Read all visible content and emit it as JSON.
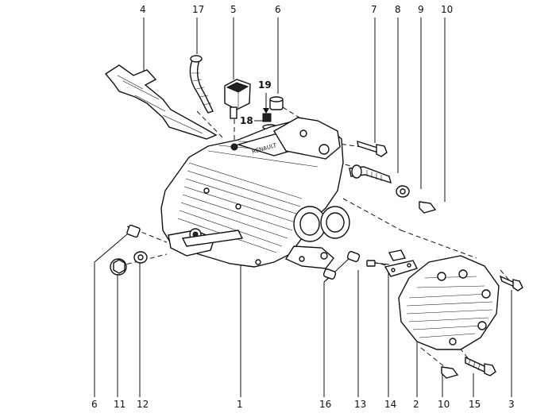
{
  "diagram": {
    "callouts": {
      "c1": "1",
      "c2": "2",
      "c3": "3",
      "c4": "4",
      "c5": "5",
      "c6_top": "6",
      "c6_bottom": "6",
      "c7": "7",
      "c8": "8",
      "c9": "9",
      "c10_top": "10",
      "c10_bottom": "10",
      "c11": "11",
      "c12": "12",
      "c13": "13",
      "c14": "14",
      "c15": "15",
      "c16": "16",
      "c17": "17",
      "c18": "18",
      "c19": "19"
    },
    "housing_lettering": "RENAULT"
  }
}
